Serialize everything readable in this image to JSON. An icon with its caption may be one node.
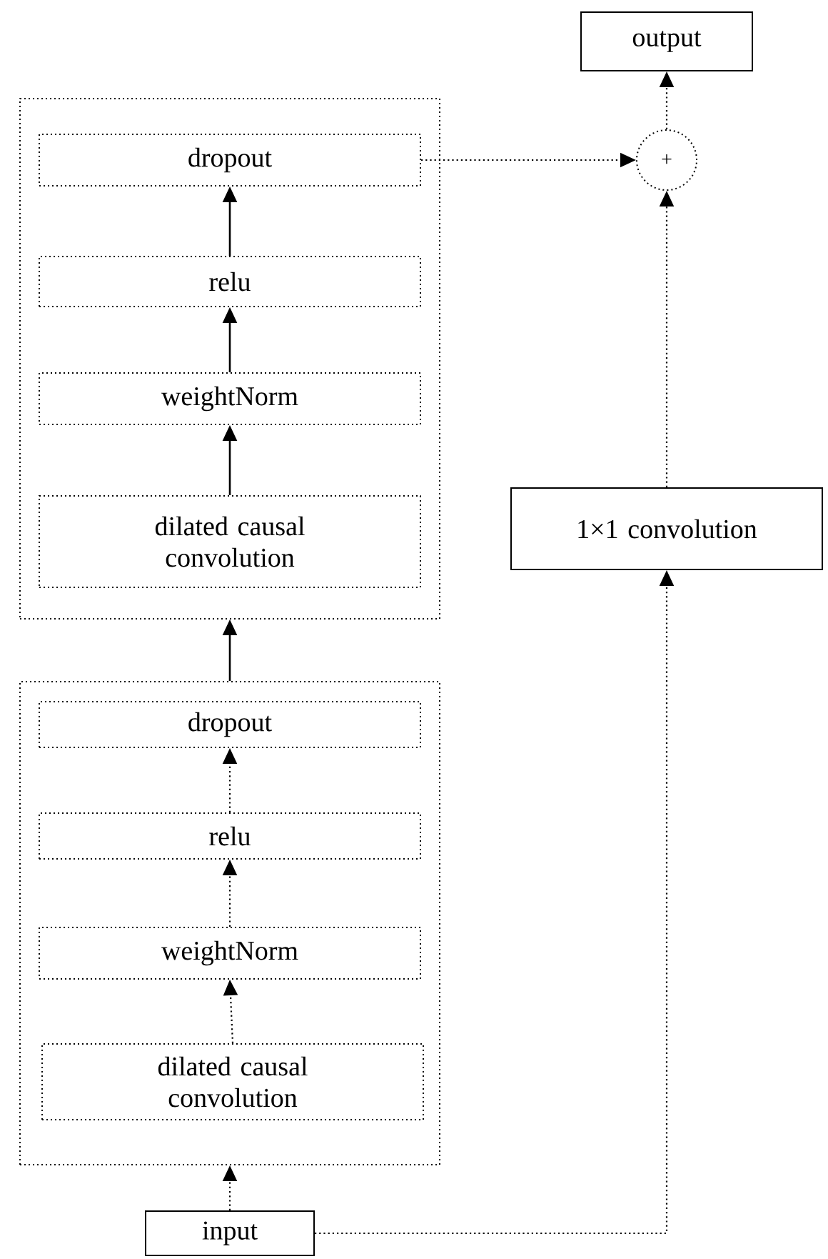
{
  "diagram": {
    "nodes": [
      {
        "text": [
          "output"
        ]
      },
      {
        "text": [
          "+"
        ]
      },
      {
        "text": [],
        "shape": "box"
      },
      {
        "text": [
          "dropout"
        ],
        "in": 2
      },
      {
        "text": [
          "relu"
        ],
        "in": 2
      },
      {
        "text": [
          "weightNorm"
        ],
        "in": 2
      },
      {
        "text": [
          "dilated causal convolution"
        ],
        "in": 2
      },
      {
        "text": [
          "1×1 convolution"
        ]
      },
      {
        "text": [],
        "shape": "box"
      },
      {
        "text": [
          "dropout"
        ],
        "in": 8
      },
      {
        "text": [
          "relu"
        ],
        "in": 8
      },
      {
        "text": [
          "weightNorm"
        ],
        "in": 8
      },
      {
        "text": [
          "dilated causal convolution"
        ],
        "in": 8
      },
      {
        "text": [
          "input"
        ]
      }
    ],
    "edges": [
      {
        "from": 6,
        "to": 5,
        "arrow": "to"
      },
      {
        "from": 5,
        "to": 4,
        "arrow": "to"
      },
      {
        "from": 4,
        "to": 3,
        "arrow": "to"
      },
      {
        "from": 3,
        "to": 1,
        "arrow": "to",
        "style": "dashed"
      },
      {
        "from": 1,
        "to": 0,
        "arrow": "to",
        "style": "dashed"
      },
      {
        "from": 7,
        "to": 1,
        "arrow": "to",
        "style": "dashed"
      },
      {
        "from": 8,
        "to": 2,
        "arrow": "to"
      },
      {
        "from": 12,
        "to": 11,
        "arrow": "to",
        "style": "dashed"
      },
      {
        "from": 11,
        "to": 10,
        "arrow": "to",
        "style": "dashed"
      },
      {
        "from": 10,
        "to": 9,
        "arrow": "to",
        "style": "dashed"
      },
      {
        "from": 13,
        "to": 8,
        "arrow": "to",
        "style": "dashed"
      },
      {
        "from": 13,
        "to": 7,
        "arrow": "to",
        "style": "dashed"
      }
    ]
  }
}
